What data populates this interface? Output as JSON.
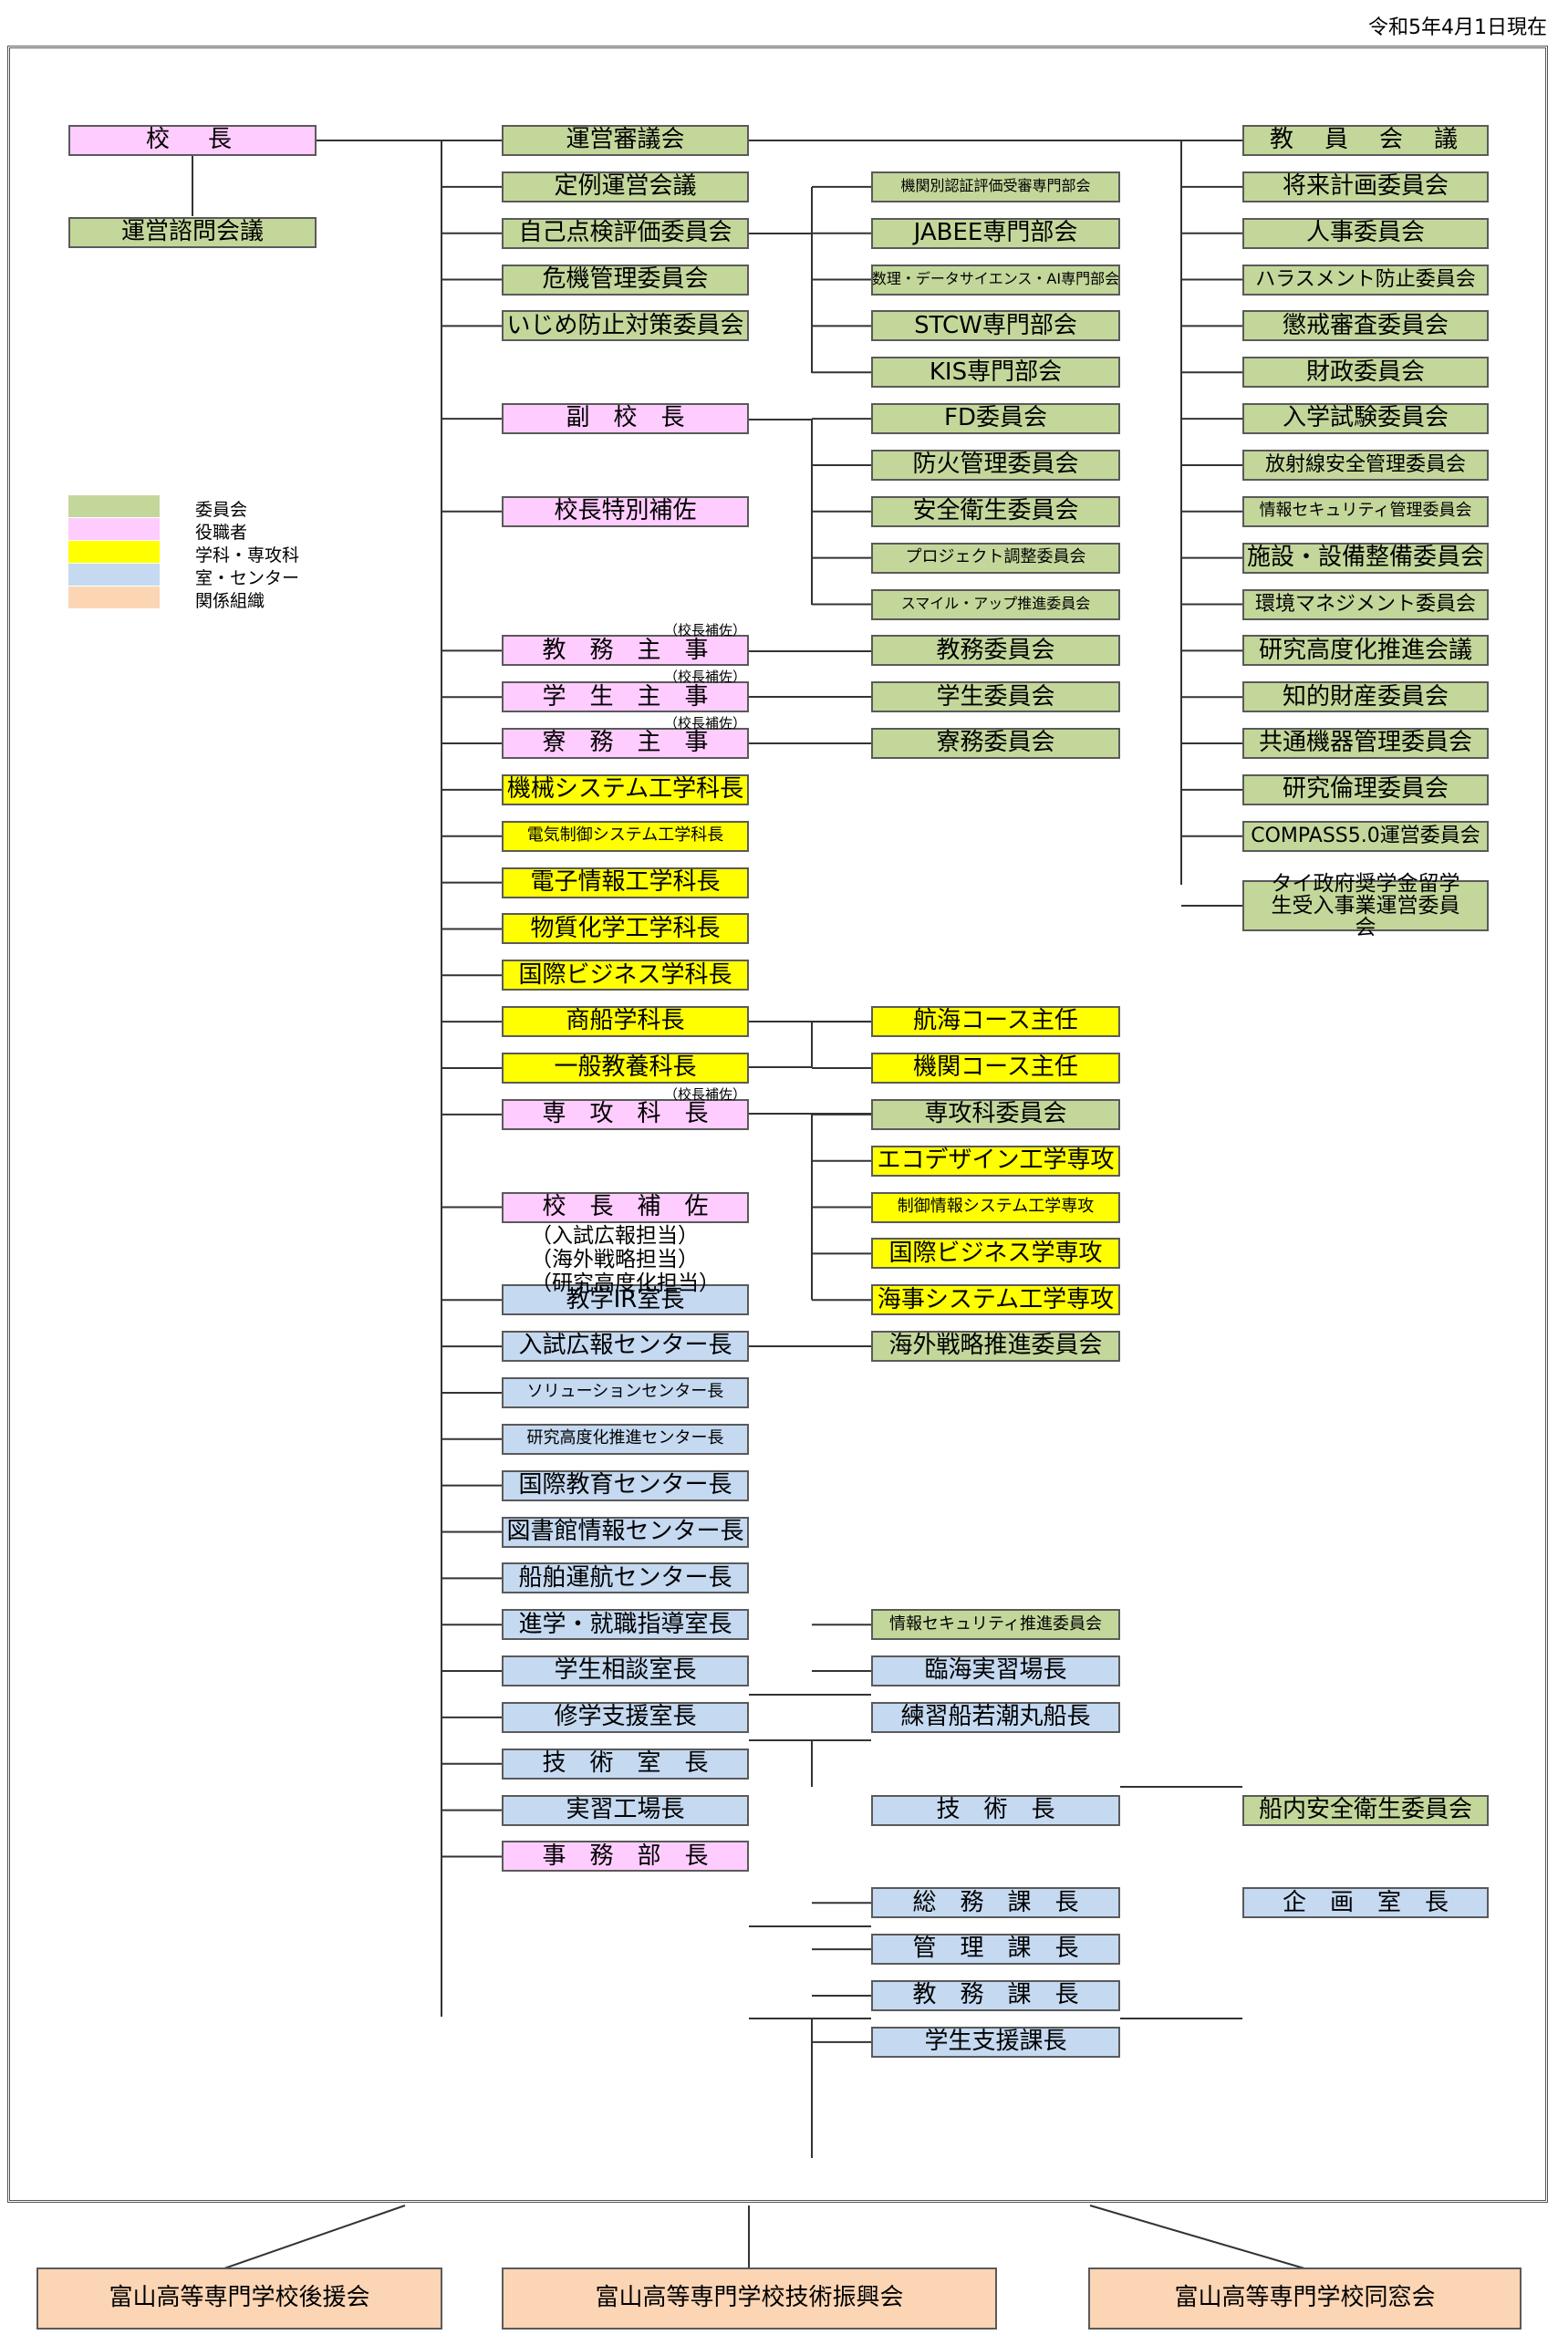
{
  "as_of": "令和5年4月1日現在",
  "legend": [
    {
      "label": "委員会",
      "color": "#c4d79b"
    },
    {
      "label": "役職者",
      "color": "#ffccff"
    },
    {
      "label": "学科・専攻科",
      "color": "#ffff00"
    },
    {
      "label": "室・センター",
      "color": "#c5d9f1"
    },
    {
      "label": "関係組織",
      "color": "#fcd5b4"
    }
  ],
  "principal": "校　長",
  "advisory": "運営諮問会議",
  "col2": [
    "運営審議会",
    "定例運営会議",
    "自己点検評価委員会",
    "危機管理委員会",
    "いじめ防止対策委員会",
    "副　校　長",
    "校長特別補佐",
    "教　務　主　事",
    "学　生　主　事",
    "寮　務　主　事",
    "機械システム工学科長",
    "電気制御システム工学科長",
    "電子情報工学科長",
    "物質化学工学科長",
    "国際ビジネス学科長",
    "商船学科長",
    "一般教養科長",
    "専　攻　科　長",
    "校　長　補　佐",
    "教学IR室長",
    "入試広報センター長",
    "ソリューションセンター長",
    "研究高度化推進センター長",
    "国際教育センター長",
    "図書館情報センター長",
    "船舶運航センター長",
    "進学・就職指導室長",
    "学生相談室長",
    "修学支援室長",
    "技　術　室　長",
    "実習工場長",
    "事　務　部　長"
  ],
  "assistant_note": "（校長補佐）",
  "assistant_roles": [
    "（入試広報担当）",
    "（海外戦略担当）",
    "（研究高度化担当）"
  ],
  "col3": [
    "機関別認証評価受審専門部会",
    "JABEE専門部会",
    "数理・データサイエンス・AI専門部会",
    "STCW専門部会",
    "KIS専門部会",
    "FD委員会",
    "防火管理委員会",
    "安全衛生委員会",
    "プロジェクト調整委員会",
    "スマイル・アップ推進委員会",
    "教務委員会",
    "学生委員会",
    "寮務委員会",
    "航海コース主任",
    "機関コース主任",
    "専攻科委員会",
    "エコデザイン工学専攻",
    "制御情報システム工学専攻",
    "国際ビジネス学専攻",
    "海事システム工学専攻",
    "海外戦略推進委員会",
    "情報セキュリティ推進委員会",
    "臨海実習場長",
    "練習船若潮丸船長",
    "技　術　長",
    "総　務　課　長",
    "管　理　課　長",
    "教　務　課　長",
    "学生支援課長"
  ],
  "col4": [
    "教　員　会　議",
    "将来計画委員会",
    "人事委員会",
    "ハラスメント防止委員会",
    "懲戒審査委員会",
    "財政委員会",
    "入学試験委員会",
    "放射線安全管理委員会",
    "情報セキュリティ管理委員会",
    "施設・設備整備委員会",
    "環境マネジメント委員会",
    "研究高度化推進会議",
    "知的財産委員会",
    "共通機器管理委員会",
    "研究倫理委員会",
    "COMPASS5.0運営委員会",
    "タイ政府奨学金留学生受入事業運営委員会",
    "船内安全衛生委員会",
    "企　画　室　長"
  ],
  "orgs": [
    "富山高等専門学校後援会",
    "富山高等専門学校技術振興会",
    "富山高等専門学校同窓会"
  ]
}
